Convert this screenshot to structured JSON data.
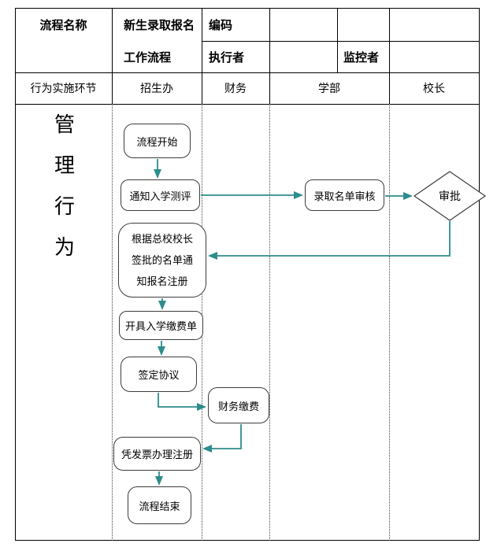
{
  "header": {
    "process_name_label": "流程名称",
    "process_name_line1": "新生录取报名",
    "process_name_line2": "工作流程",
    "code_label": "编码",
    "executor_label": "执行者",
    "monitor_label": "监控者"
  },
  "lane_header": {
    "row_label": "行为实施环节",
    "lanes": [
      {
        "label": "招生办"
      },
      {
        "label": "财务"
      },
      {
        "label": "学部"
      },
      {
        "label": "校长"
      }
    ]
  },
  "side_label": {
    "text": "管理行为",
    "chars": [
      "管",
      "理",
      "行",
      "为"
    ]
  },
  "nodes": {
    "start": {
      "label": "流程开始"
    },
    "notify_assessment": {
      "label": "通知入学测评"
    },
    "admission_review": {
      "label": "录取名单审核"
    },
    "approval": {
      "label": "审批"
    },
    "notify_registration": {
      "lines": [
        "根据总校校长",
        "签批的名单通",
        "知报名注册"
      ]
    },
    "payment_slip": {
      "label": "开具入学缴费单"
    },
    "agreement": {
      "label": "签定协议"
    },
    "finance_payment": {
      "label": "财务缴费"
    },
    "invoice_registration": {
      "label": "凭发票办理注册"
    },
    "end": {
      "label": "流程结束"
    }
  },
  "colors": {
    "arrow": "#2E8C8C",
    "node_border": "#3C3C3C",
    "table_border": "#000000",
    "lane_divider": "#444444"
  }
}
